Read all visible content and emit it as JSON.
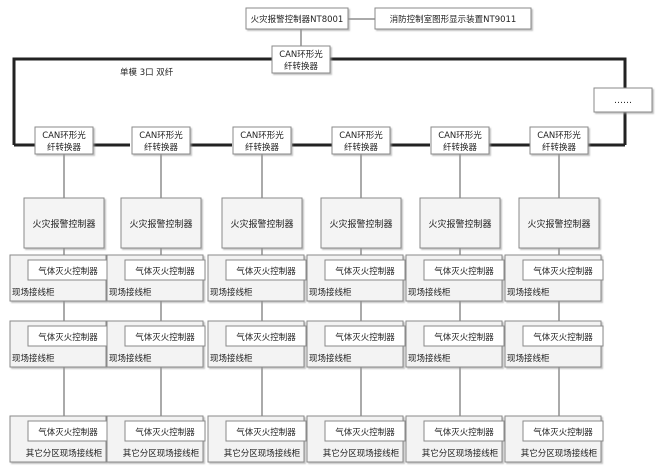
{
  "top": {
    "main_controller": "火灾报警控制器NT8001",
    "graphic_device": "消防控制室图形显示装置NT9011",
    "main_converter": [
      "CAN环形光",
      "纤转换器"
    ]
  },
  "ring_label": "单模  3口  双纤",
  "expansion_label": "……",
  "columns": [
    {
      "converter": [
        "CAN环形光",
        "纤转换器"
      ],
      "alarm": "火灾报警控制器"
    },
    {
      "converter": [
        "CAN环形光",
        "纤转换器"
      ],
      "alarm": "火灾报警控制器"
    },
    {
      "converter": [
        "CAN环形光",
        "纤转换器"
      ],
      "alarm": "火灾报警控制器"
    },
    {
      "converter": [
        "CAN环形光",
        "纤转换器"
      ],
      "alarm": "火灾报警控制器"
    },
    {
      "converter": [
        "CAN环形光",
        "纤转换器"
      ],
      "alarm": "火灾报警控制器"
    },
    {
      "converter": [
        "CAN环形光",
        "纤转换器"
      ],
      "alarm": "火灾报警控制器"
    }
  ],
  "gas_controller": "气体灭火控制器",
  "site_cabinet": "现场接线柜",
  "other_cabinet": "其它分区现场接线柜"
}
